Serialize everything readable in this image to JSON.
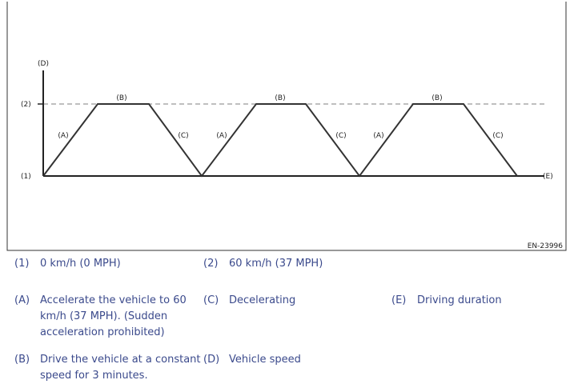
{
  "figure": {
    "axis_label_y": "(D)",
    "axis_label_x": "(E)",
    "level_high": "(2)",
    "level_low": "(1)",
    "phase_a": "(A)",
    "phase_b": "(B)",
    "phase_c": "(C)",
    "figure_id": "EN-23996"
  },
  "legend": {
    "item1": {
      "code": "(1)",
      "text": "0 km/h (0 MPH)"
    },
    "item2": {
      "code": "(2)",
      "text": "60 km/h (37 MPH)"
    },
    "itemA": {
      "code": "(A)",
      "line1": "Accelerate the vehicle to 60",
      "line2": "km/h (37 MPH). (Sudden",
      "line3": "acceleration prohibited)"
    },
    "itemB": {
      "code": "(B)",
      "line1": "Drive the vehicle at a constant",
      "line2": "speed for 3 minutes."
    },
    "itemC": {
      "code": "(C)",
      "text": "Decelerating"
    },
    "itemD": {
      "code": "(D)",
      "text": "Vehicle speed"
    },
    "itemE": {
      "code": "(E)",
      "text": "Driving duration"
    }
  }
}
